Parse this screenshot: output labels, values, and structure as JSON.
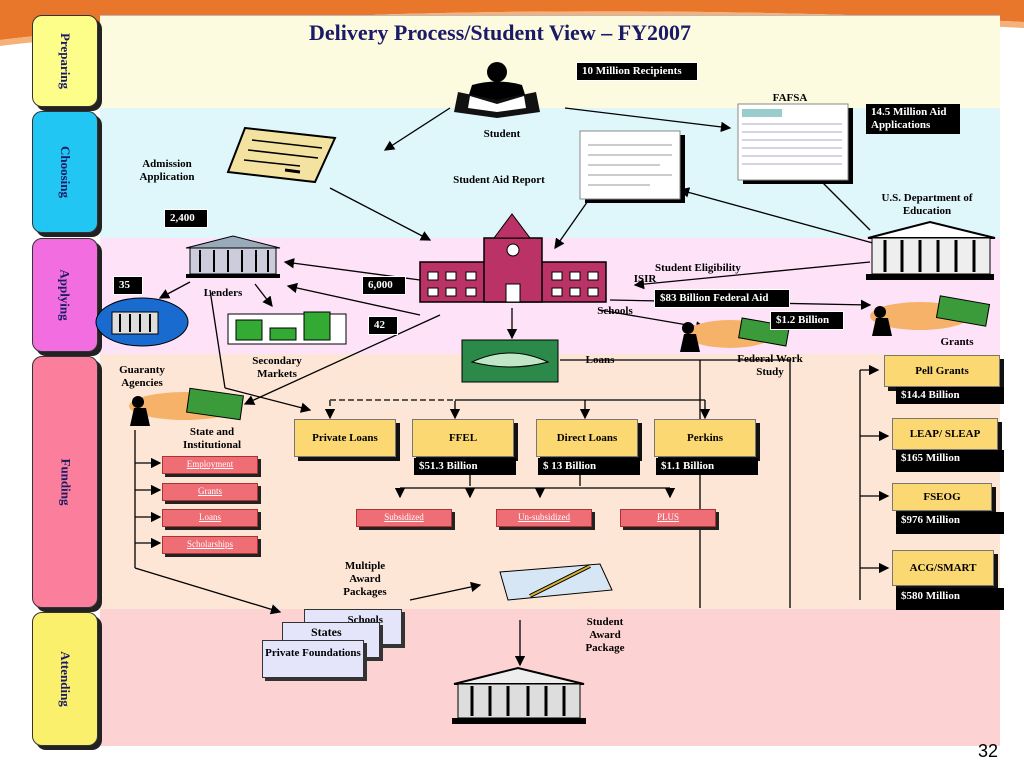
{
  "title": "Delivery Process/Student View – FY2007",
  "page_number": "32",
  "stages": {
    "preparing": "Preparing",
    "choosing": "Choosing",
    "applying": "Applying",
    "funding": "Funding",
    "attending": "Attending"
  },
  "labels": {
    "recipients": "10 Million Recipients",
    "fafsa": "FAFSA",
    "aid_applications": "14.5 Million Aid Applications",
    "student": "Student",
    "admission_application": "Admission Application",
    "student_aid_report": "Student Aid Report",
    "us_department": "U.S. Department of Education",
    "lenders_count": "2,400",
    "lenders": "Lenders",
    "guaranty_count": "35",
    "guaranty_agencies": "Guaranty Agencies",
    "schools_count": "6,000",
    "secondary_count": "42",
    "secondary_markets": "Secondary Markets",
    "student_eligibility": "Student Eligibility",
    "isir": "ISIR",
    "federal_aid": "$83 Billion Federal Aid",
    "schools": "Schools",
    "work_study_amount": "$1.2 Billion",
    "grants": "Grants",
    "loans": "Loans",
    "federal_work_study": "Federal Work Study",
    "state_institutional": "State and Institutional",
    "multiple_award_packages": "Multiple Award Packages",
    "student_award_package": "Student Award Package"
  },
  "loan_types": [
    {
      "name": "Private Loans",
      "amount": ""
    },
    {
      "name": "FFEL",
      "amount": "$51.3 Billion"
    },
    {
      "name": "Direct Loans",
      "amount": "$ 13 Billion"
    },
    {
      "name": "Perkins",
      "amount": "$1.1 Billion"
    }
  ],
  "loan_subtypes": [
    "Subsidized",
    "Un-subsidized",
    "PLUS"
  ],
  "state_aid_types": [
    "Employment",
    "Grants",
    "Loans",
    "Scholarships"
  ],
  "grant_programs": [
    {
      "name": "Pell Grants",
      "amount": "$14.4 Billion"
    },
    {
      "name": "LEAP/ SLEAP",
      "amount": "$165 Million"
    },
    {
      "name": "FSEOG",
      "amount": "$976 Million"
    },
    {
      "name": "ACG/SMART",
      "amount": "$580 Million"
    }
  ],
  "award_sources": [
    "Schools",
    "States",
    "Private Foundations"
  ],
  "colors": {
    "preparing": "#fcfbe0",
    "choosing": "#dff6fa",
    "applying": "#fde2f8",
    "funding": "#fde6d6",
    "attending": "#fdd2d2",
    "tab_preparing": "#fdfd8a",
    "tab_choosing": "#21c7f2",
    "tab_applying": "#f26ee0",
    "tab_funding": "#fb7e9c",
    "tab_attending": "#fbf06b",
    "accent_orange": "#e8772b"
  }
}
